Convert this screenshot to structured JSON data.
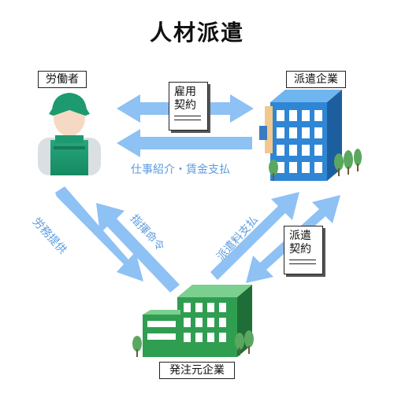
{
  "title": "人材派遣",
  "nodes": {
    "worker": "労働者",
    "dispatch_company": "派遣企業",
    "client_company": "発注元企業"
  },
  "contracts": {
    "employment": [
      "雇用",
      "契約"
    ],
    "dispatch": [
      "派遣",
      "契約"
    ]
  },
  "flows": {
    "job_intro_wages": "仕事紹介・賃金支払",
    "labor_provision": "労務提供",
    "instructions": "指揮命令",
    "dispatch_fee": "派遣料支払"
  },
  "colors": {
    "arrow": "#8ec1f4",
    "text_blue": "#5a9be0",
    "dispatch_building": "#2e86d4",
    "client_building": "#2f9e50",
    "worker_apron": "#1f9a72"
  }
}
